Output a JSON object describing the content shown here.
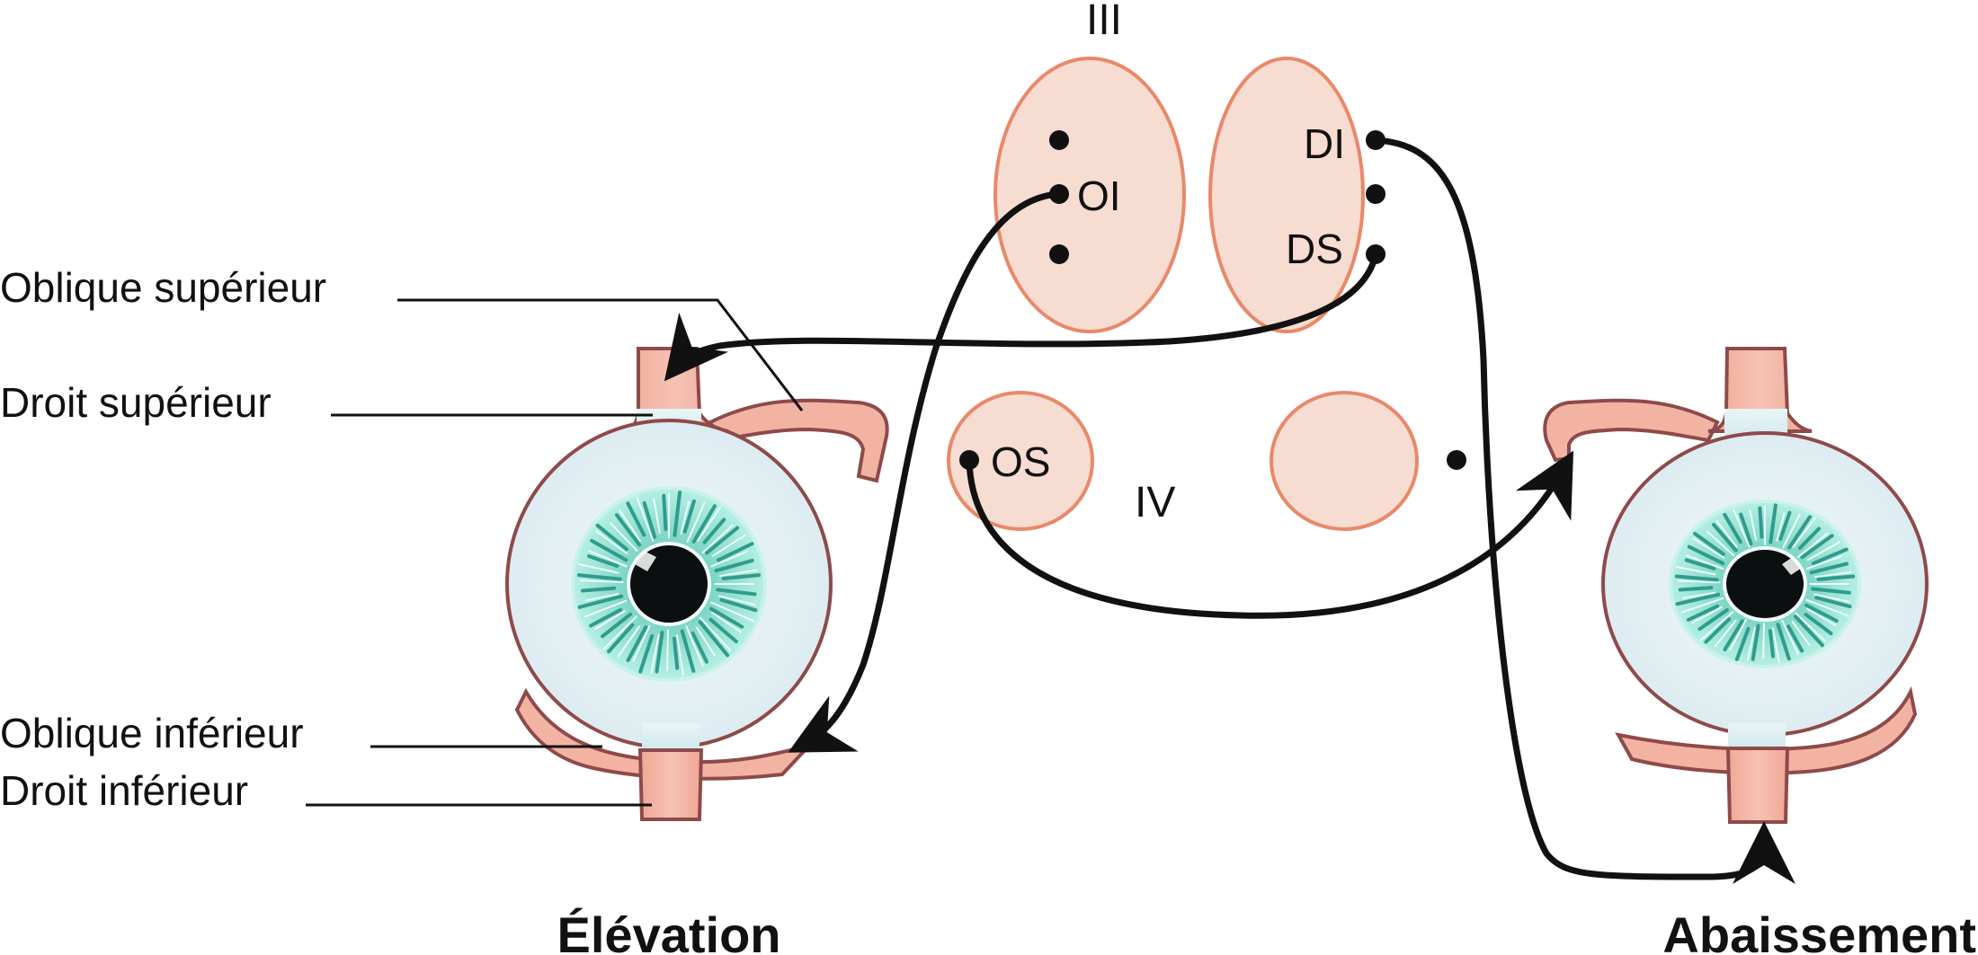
{
  "diagram": {
    "nerves": {
      "oculomotor": {
        "label": "III"
      },
      "trochlear": {
        "label": "IV"
      }
    },
    "nuclei": {
      "oblique_inferior": {
        "label": "OI"
      },
      "droit_inferior": {
        "label": "DI"
      },
      "droit_superior": {
        "label": "DS"
      },
      "oblique_superior": {
        "label": "OS"
      }
    },
    "muscle_labels": {
      "oblique_superieur": "Oblique supérieur",
      "droit_superieur": "Droit supérieur",
      "oblique_inferieur": "Oblique inférieur",
      "droit_inferieur": "Droit inférieur"
    },
    "captions": {
      "left": "Élévation",
      "right": "Abaissement"
    },
    "colors": {
      "nucleus_fill": "#f7dcd1",
      "nucleus_stroke": "#e8896a",
      "muscle_fill": "#f3b3a3",
      "muscle_stroke": "#8e4a4a",
      "tendon_fill": "#dff0f2",
      "sclera_fill": "#e3eff3",
      "iris_fill": "#9fe3d5",
      "iris_streak": "#2f9c8c",
      "pupil": "#0c0f0f",
      "arrow": "#111111"
    }
  }
}
